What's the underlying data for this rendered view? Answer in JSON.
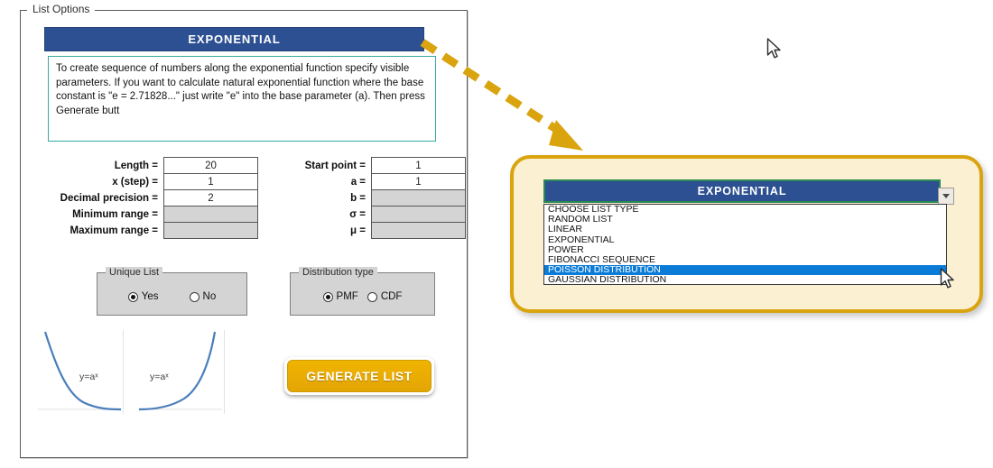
{
  "group": {
    "legend": "List Options"
  },
  "header": {
    "title": "EXPONENTIAL"
  },
  "description": {
    "text": "To create sequence of numbers along the exponential function specify visible parameters. If you want to calculate natural exponential function where the base constant is \"e = 2.71828...\" just write \"e\" into the base parameter (a). Then press Generate butt"
  },
  "parameters": {
    "left": [
      {
        "label": "Length =",
        "value": "20",
        "enabled": true
      },
      {
        "label": "x (step) =",
        "value": "1",
        "enabled": true
      },
      {
        "label": "Decimal precision =",
        "value": "2",
        "enabled": true
      },
      {
        "label": "Minimum range =",
        "value": "",
        "enabled": false
      },
      {
        "label": "Maximum range =",
        "value": "",
        "enabled": false
      }
    ],
    "right": [
      {
        "label": "Start point =",
        "value": "1",
        "enabled": true
      },
      {
        "label": "a =",
        "value": "1",
        "enabled": true
      },
      {
        "label": "b =",
        "value": "",
        "enabled": false
      },
      {
        "label": "σ =",
        "value": "",
        "enabled": false
      },
      {
        "label": "μ  =",
        "value": "",
        "enabled": false
      }
    ]
  },
  "unique_list": {
    "legend": "Unique List",
    "options": [
      {
        "label": "Yes",
        "checked": true
      },
      {
        "label": "No",
        "checked": false
      }
    ]
  },
  "distribution_type": {
    "legend": "Distribution type",
    "options": [
      {
        "label": "PMF",
        "checked": true
      },
      {
        "label": "CDF",
        "checked": false
      }
    ]
  },
  "thumbnails": [
    {
      "name": "exponential-decay-curve",
      "label": "y=aˣ"
    },
    {
      "name": "exponential-growth-curve",
      "label": "y=aˣ"
    }
  ],
  "generate_button": {
    "label": "GENERATE LIST"
  },
  "callout": {
    "dropdown": {
      "selected": "EXPONENTIAL",
      "options": [
        {
          "label": "CHOOSE LIST TYPE",
          "selected": false
        },
        {
          "label": "RANDOM LIST",
          "selected": false
        },
        {
          "label": "LINEAR",
          "selected": false
        },
        {
          "label": "EXPONENTIAL",
          "selected": false
        },
        {
          "label": "POWER",
          "selected": false
        },
        {
          "label": "FIBONACCI SEQUENCE",
          "selected": false
        },
        {
          "label": "POISSON DISTRIBUTION",
          "selected": true
        },
        {
          "label": "GAUSSIAN DISTRIBUTION",
          "selected": false
        }
      ]
    }
  },
  "colors": {
    "header_blue": "#2d5092",
    "callout_border_gold": "#d9a40e",
    "callout_fill_cream": "#fbf0d2",
    "button_gold": "#e3a505",
    "description_border_teal": "#3aa9a0",
    "highlight_blue": "#0a7cd8",
    "disabled_grey": "#d4d4d4"
  }
}
